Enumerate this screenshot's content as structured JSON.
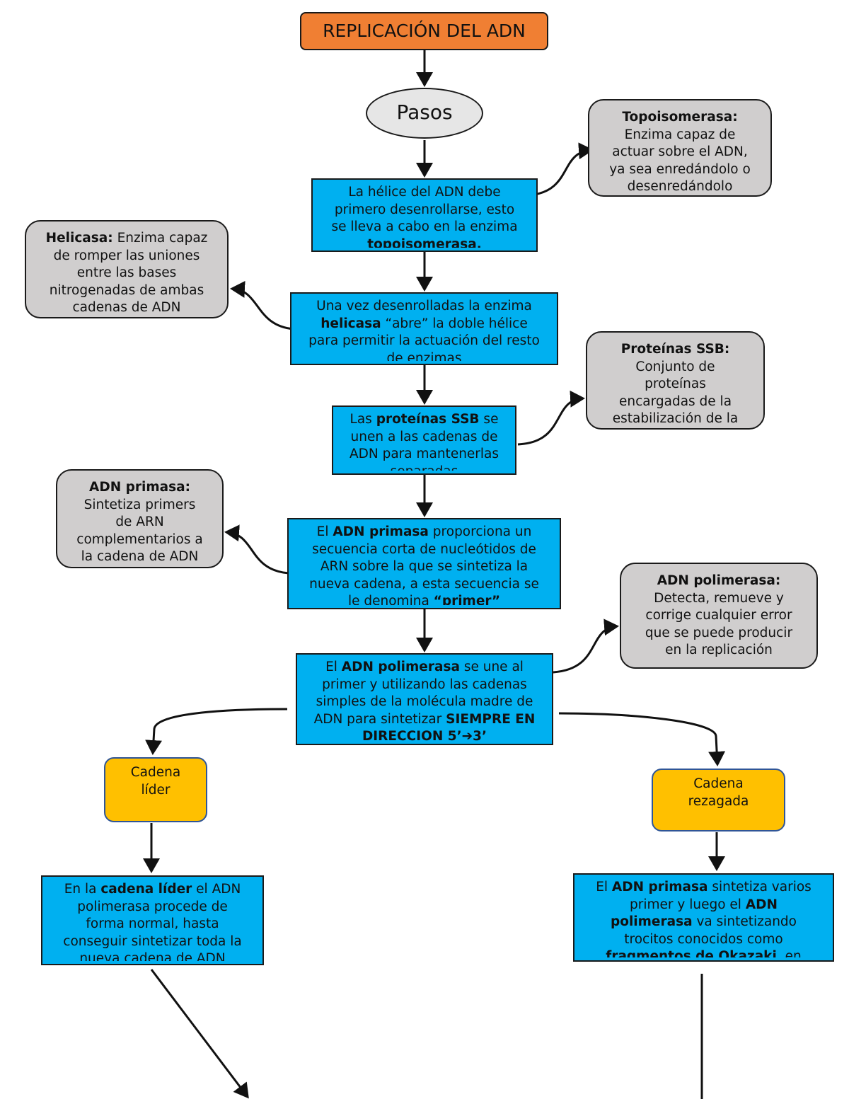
{
  "title": "REPLICACIÓN DEL ADN",
  "pasos": "Pasos",
  "colors": {
    "title": "#F07F33",
    "step": "#00B0F0",
    "note": "#D0CECE",
    "strand": "#FFC000",
    "strand_border": "#2F5597"
  },
  "boxes": [
    {
      "id": "step-1",
      "segments": [
        {
          "t": "La hélice del ADN debe\nprimero desenrollarse, esto\nse lleva a cabo en la enzima\n"
        },
        {
          "t": "topoisomerasa.",
          "b": true
        }
      ]
    },
    {
      "id": "note-topoisomerasa",
      "segments": [
        {
          "t": "Topoisomerasa:",
          "b": true
        },
        {
          "t": "\nEnzima capaz de\nactuar sobre el ADN,\nya sea enredándolo o\ndesenredándolo"
        }
      ]
    },
    {
      "id": "step-2",
      "segments": [
        {
          "t": "Una vez desenrolladas la enzima\n"
        },
        {
          "t": "helicasa",
          "b": true
        },
        {
          "t": " “abre” la doble hélice\npara permitir la actuación del resto\nde enzimas"
        }
      ]
    },
    {
      "id": "note-helicasa",
      "segments": [
        {
          "t": "Helicasa:",
          "b": true
        },
        {
          "t": " Enzima capaz\nde romper las uniones\nentre las bases\nnitrogenadas de ambas\ncadenas de ADN"
        }
      ]
    },
    {
      "id": "step-3",
      "segments": [
        {
          "t": "Las "
        },
        {
          "t": "proteínas SSB",
          "b": true
        },
        {
          "t": " se\nunen a las cadenas de\nADN para mantenerlas\nseparadas"
        }
      ]
    },
    {
      "id": "note-ssb",
      "segments": [
        {
          "t": "Proteínas SSB:",
          "b": true
        },
        {
          "t": "\nConjunto de\nproteínas\nencargadas de la\nestabilización de la"
        }
      ]
    },
    {
      "id": "step-4",
      "segments": [
        {
          "t": "El "
        },
        {
          "t": "ADN primasa",
          "b": true
        },
        {
          "t": " proporciona un\nsecuencia corta de nucleótidos de\nARN sobre la que se sintetiza la\nnueva cadena, a esta secuencia se\nle denomina "
        },
        {
          "t": "“primer”",
          "b": true
        }
      ]
    },
    {
      "id": "note-primasa",
      "segments": [
        {
          "t": "ADN primasa:",
          "b": true
        },
        {
          "t": "\nSintetiza primers\nde ARN\ncomplementarios a\nla cadena de ADN"
        }
      ]
    },
    {
      "id": "step-5",
      "segments": [
        {
          "t": "El "
        },
        {
          "t": "ADN polimerasa",
          "b": true
        },
        {
          "t": " se une al\nprimer y utilizando las cadenas\nsimples de la molécula madre de\nADN para sintetizar "
        },
        {
          "t": "SIEMPRE EN\nDIRECCION 5’➔3’",
          "b": true
        }
      ]
    },
    {
      "id": "note-polimerasa",
      "segments": [
        {
          "t": "ADN polimerasa:",
          "b": true
        },
        {
          "t": "\nDetecta, remueve y\ncorrige cualquier error\nque se puede producir\nen la replicación"
        }
      ]
    },
    {
      "id": "strand-leading",
      "segments": [
        {
          "t": "Cadena\nlíder"
        }
      ]
    },
    {
      "id": "strand-lagging",
      "segments": [
        {
          "t": "Cadena\nrezagada"
        }
      ]
    },
    {
      "id": "leading-detail",
      "segments": [
        {
          "t": "En la "
        },
        {
          "t": "cadena líder",
          "b": true
        },
        {
          "t": " el ADN\npolimerasa procede de\nforma normal, hasta\nconseguir sintetizar toda la\nnueva cadena de ADN"
        }
      ]
    },
    {
      "id": "lagging-detail",
      "segments": [
        {
          "t": "El "
        },
        {
          "t": "ADN primasa",
          "b": true
        },
        {
          "t": " sintetiza varios\nprimer y luego el "
        },
        {
          "t": "ADN\npolimerasa",
          "b": true
        },
        {
          "t": " va sintetizando\ntrocitos conocidos como\n"
        },
        {
          "t": "fragmentos de Okazaki",
          "b": true
        },
        {
          "t": ", en"
        }
      ]
    }
  ]
}
